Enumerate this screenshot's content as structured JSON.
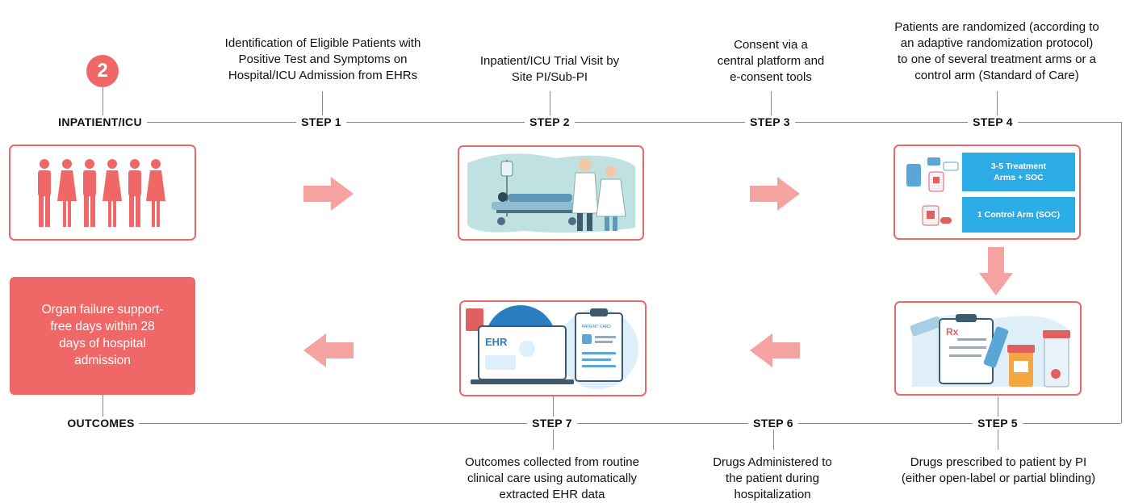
{
  "badge_number": "2",
  "inpatient_label": "INPATIENT/ICU",
  "outcomes_label": "OUTCOMES",
  "outcome_text": "Organ failure support-\nfree days within 28\ndays of hospital\nadmission",
  "steps": [
    {
      "label": "STEP 1",
      "description": "Identification of Eligible Patients with\nPositive Test and Symptoms on\nHospital/ICU Admission from EHRs"
    },
    {
      "label": "STEP 2",
      "description": "Inpatient/ICU Trial Visit by\nSite PI/Sub-PI"
    },
    {
      "label": "STEP 3",
      "description": "Consent via a\ncentral platform and\ne-consent tools"
    },
    {
      "label": "STEP 4",
      "description": "Patients are randomized (according to\nan adaptive randomization protocol)\nto one of several treatment arms or a\ncontrol arm (Standard of Care)"
    },
    {
      "label": "STEP 5",
      "description": "Drugs prescribed to patient by PI\n(either open-label or partial blinding)"
    },
    {
      "label": "STEP 6",
      "description": "Drugs Administered to\nthe patient during\nhospitalization"
    },
    {
      "label": "STEP 7",
      "description": "Outcomes collected from routine\nclinical care using automatically\nextracted  EHR data"
    }
  ],
  "arms": {
    "treatment": "3-5 Treatment\nArms + SOC",
    "control": "1 Control Arm (SOC)"
  },
  "ehr_screen_text": "EHR",
  "patient_card_text": "PATIENT CARD",
  "rx_symbol": "Rx",
  "colors": {
    "accent": "#ef6767",
    "arrow": "#f4a3a0",
    "line": "#888888",
    "arm_blue": "#2bace4"
  }
}
